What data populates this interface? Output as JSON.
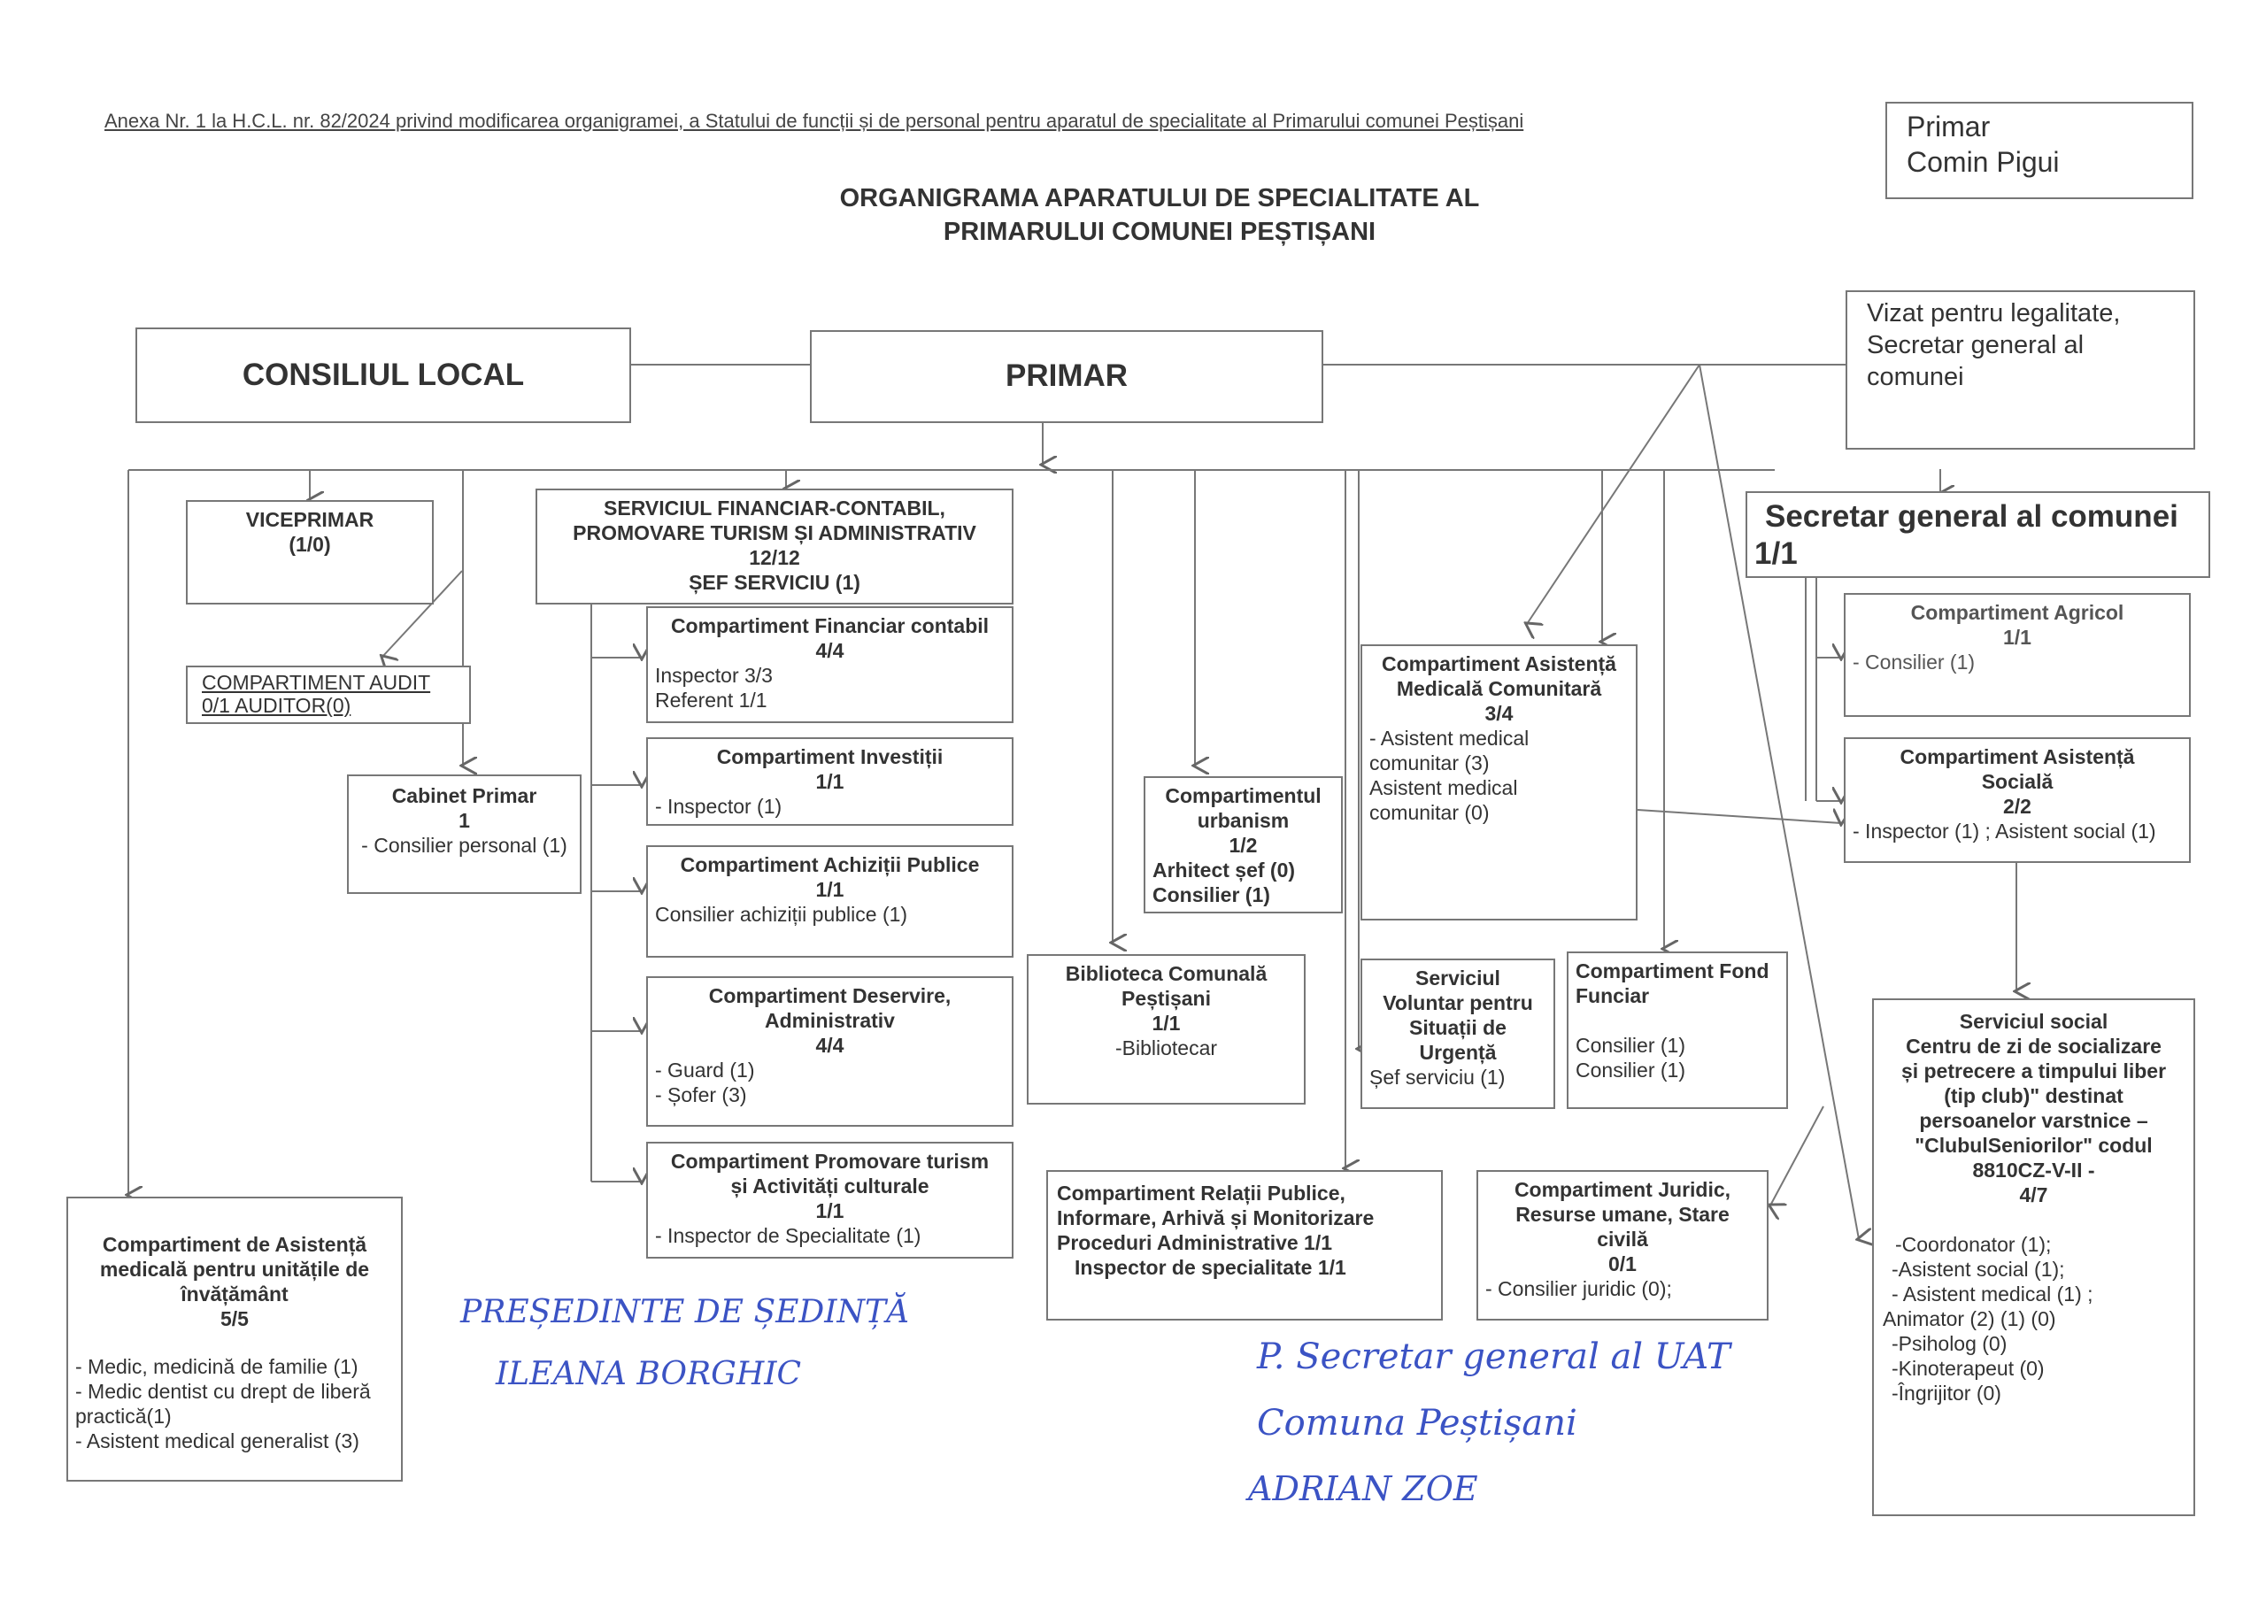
{
  "header": {
    "annex": "Anexa Nr. 1 la H.C.L. nr. 82/2024 privind modificarea organigramei, a Statului de funcții și de personal pentru aparatul de specialitate al Primarului comunei Peștișani"
  },
  "title": {
    "line1": "ORGANIGRAMA APARATULUI DE SPECIALITATE AL",
    "line2": "PRIMARULUI COMUNEI PEȘTIȘANI"
  },
  "primar_sign": {
    "line1": "Primar",
    "line2": "Comin Pigui"
  },
  "vizat": {
    "line1": "Vizat pentru legalitate,",
    "line2": "Secretar general al comunei"
  },
  "consiliu_local": "CONSILIUL LOCAL",
  "primar": "PRIMAR",
  "viceprimar": {
    "title": "VICEPRIMAR",
    "count": "(1/0)"
  },
  "audit": {
    "line1": "COMPARTIMENT AUDIT",
    "line2": "0/1 AUDITOR(0)"
  },
  "cabinet": {
    "title": "Cabinet Primar",
    "count": "1",
    "item": "- Consilier personal (1)"
  },
  "asistenta_scoli": {
    "title1": "Compartiment de Asistență",
    "title2": "medicală pentru unitățile de",
    "title3": "învățământ",
    "count": "5/5",
    "items": [
      "- Medic, medicină de familie (1)",
      "- Medic dentist cu drept de liberă",
      "practică(1)",
      "- Asistent medical generalist (3)"
    ]
  },
  "serviciu_financiar": {
    "line1": "SERVICIUL FINANCIAR-CONTABIL,",
    "line2": "PROMOVARE TURISM ȘI ADMINISTRATIV",
    "line3": "12/12",
    "line4": "ȘEF SERVICIU (1)"
  },
  "financiar_contabil": {
    "title": "Compartiment Financiar contabil",
    "count": "4/4",
    "items": [
      "Inspector 3/3",
      "Referent 1/1"
    ]
  },
  "investitii": {
    "title": "Compartiment Investiții",
    "count": "1/1",
    "items": [
      "- Inspector (1)"
    ]
  },
  "achizitii": {
    "title": "Compartiment Achiziții Publice",
    "count": "1/1",
    "items": [
      "Consilier achiziții publice (1)"
    ]
  },
  "deservire": {
    "title1": "Compartiment Deservire,",
    "title2": "Administrativ",
    "count": "4/4",
    "items": [
      "- Guard (1)",
      "- Șofer (3)"
    ]
  },
  "promovare": {
    "title1": "Compartiment Promovare turism",
    "title2": "și Activități culturale",
    "count": "1/1",
    "items": [
      "- Inspector de Specialitate (1)"
    ]
  },
  "urbanism": {
    "title1": "Compartimentul",
    "title2": "urbanism",
    "count": "1/2",
    "items": [
      "Arhitect șef (0)",
      "Consilier (1)"
    ]
  },
  "biblioteca": {
    "title1": "Biblioteca Comunală",
    "title2": "Peștișani",
    "count": "1/1",
    "items": [
      "-Bibliotecar"
    ]
  },
  "relatii_publice": {
    "line1": "Compartiment Relații Publice,",
    "line2": "Informare, Arhivă și Monitorizare",
    "line3": "Proceduri Administrative 1/1",
    "line4": "Inspector de specialitate 1/1"
  },
  "asistenta_comunitara": {
    "title1": "Compartiment  Asistență",
    "title2": "Medicală Comunitară",
    "count": "3/4",
    "items": [
      "- Asistent medical",
      "comunitar (3)",
      "Asistent medical",
      "comunitar (0)"
    ]
  },
  "situatii_urgenta": {
    "title1": "Serviciul",
    "title2": "Voluntar pentru",
    "title3": "Situații de",
    "title4": "Urgență",
    "items": [
      "Șef serviciu (1)"
    ]
  },
  "fond_funciar": {
    "title1": "Compartiment Fond",
    "title2": "Funciar",
    "items": [
      "Consilier (1)",
      "Consilier (1)"
    ]
  },
  "juridic": {
    "title1": "Compartiment Juridic,",
    "title2": "Resurse umane, Stare",
    "title3": "civilă",
    "count": "0/1",
    "items": [
      "- Consilier juridic (0);"
    ]
  },
  "secretar": {
    "title": "Secretar general al comunei",
    "count": "1/1"
  },
  "agricol": {
    "title": "Compartiment Agricol",
    "count": "1/1",
    "items": [
      "- Consilier (1)"
    ]
  },
  "asistenta_sociala": {
    "title1": "Compartiment Asistență",
    "title2": "Socială",
    "count": "2/2",
    "items": [
      "- Inspector (1) ; Asistent social (1)"
    ]
  },
  "serviciu_social": {
    "title": [
      "Serviciul social",
      "Centru de zi de socializare",
      "și petrecere a timpului liber",
      "(tip club)\" destinat",
      "persoanelor varstnice –",
      "\"ClubulSeniorilor\"  codul",
      "8810CZ-V-II  -",
      "4/7"
    ],
    "items": [
      "-Coordonator  (1);",
      "-Asistent social  (1);",
      "- Asistent medical (1) ;",
      "Animator (2) (1) (0)",
      "-Psiholog (0)",
      "-Kinoterapeut (0)",
      "-Îngrijitor (0)"
    ]
  },
  "handwriting": {
    "pres1": "PREȘEDINTE DE ȘEDINȚĂ",
    "pres2": "ILEANA BORGHIC",
    "sec1": "P. Secretar general al UAT",
    "sec2": "Comuna Peștișani",
    "sec3": "ADRIAN ZOE"
  }
}
